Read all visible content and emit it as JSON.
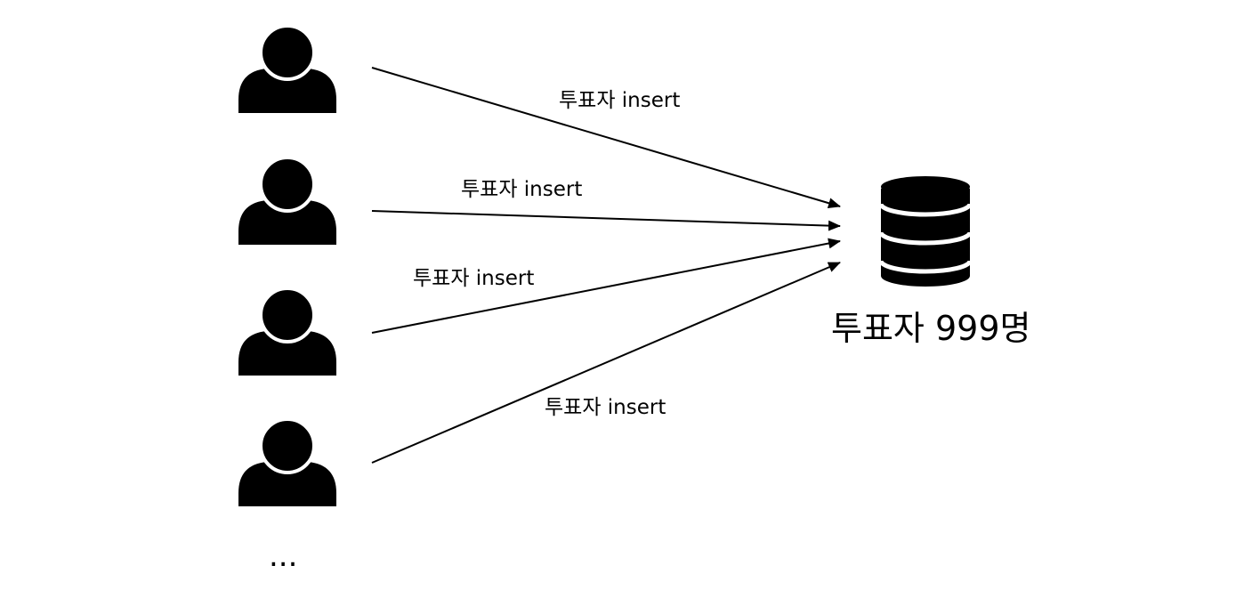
{
  "colors": {
    "foreground": "#000000",
    "background": "#ffffff"
  },
  "users": [
    {
      "icon": "person-icon"
    },
    {
      "icon": "person-icon"
    },
    {
      "icon": "person-icon"
    },
    {
      "icon": "person-icon"
    }
  ],
  "more_users": "...",
  "edges": [
    {
      "label": "투표자 insert"
    },
    {
      "label": "투표자 insert"
    },
    {
      "label": "투표자 insert"
    },
    {
      "label": "투표자 insert"
    }
  ],
  "database": {
    "icon": "database-icon",
    "caption": "투표자 999명"
  }
}
